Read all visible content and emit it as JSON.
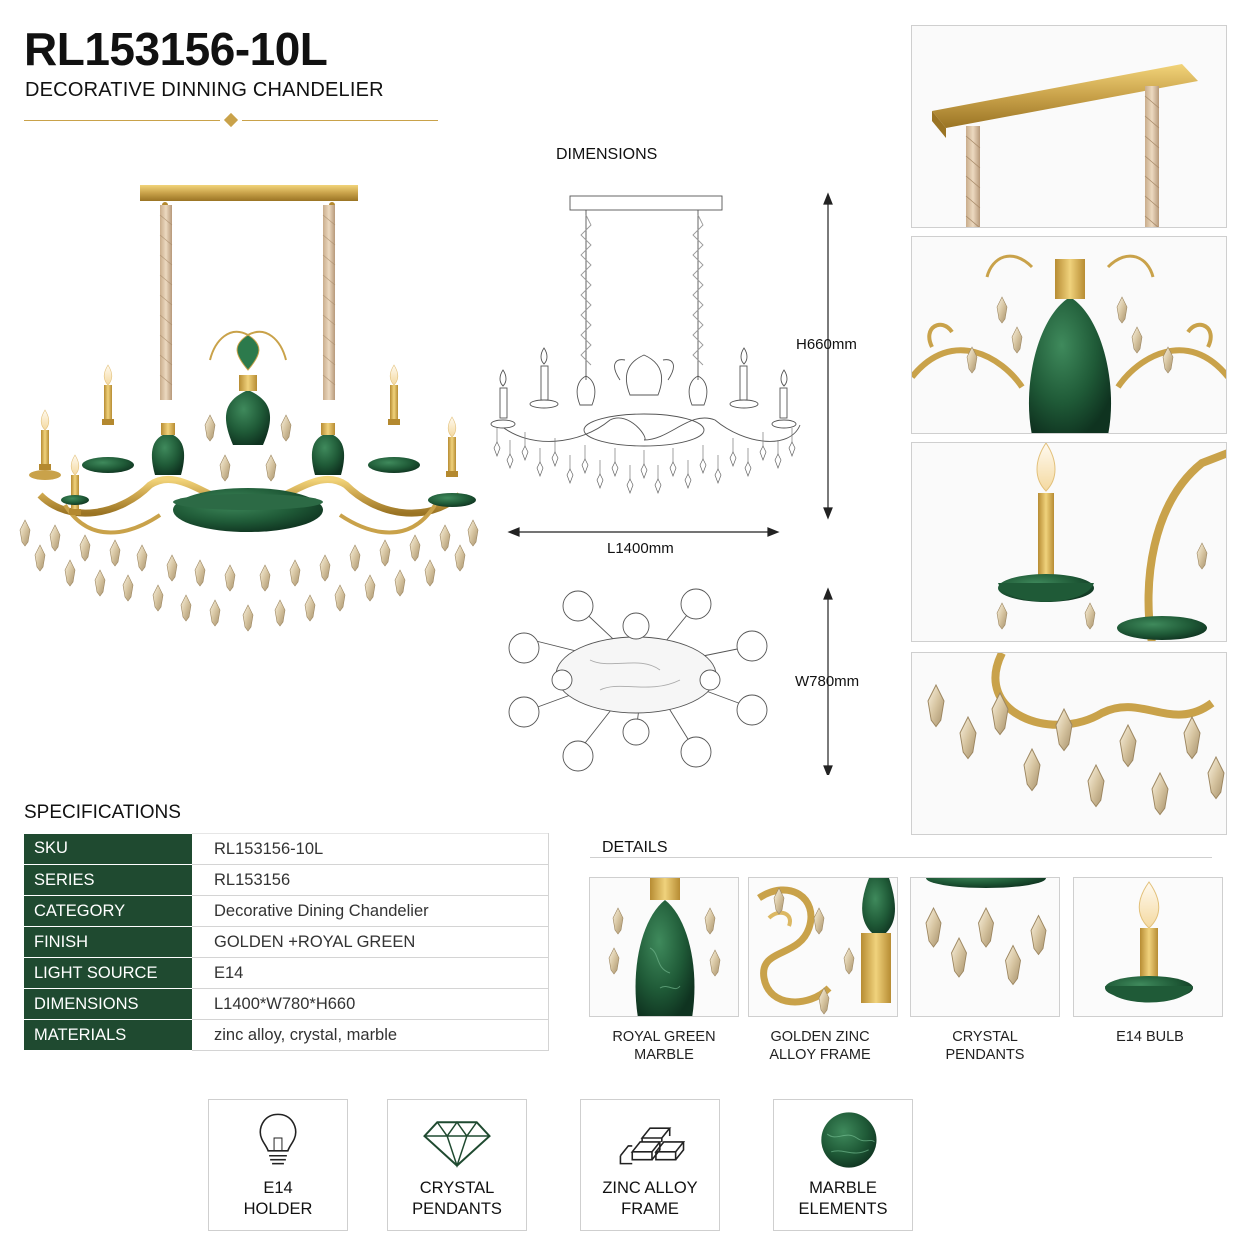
{
  "header": {
    "title": "RL153156-10L",
    "subtitle": "DECORATIVE DINNING CHANDELIER"
  },
  "colors": {
    "gold": "#c9a24a",
    "royal_green": "#1f4a30",
    "border": "#cfcfcf"
  },
  "dimensions": {
    "heading": "DIMENSIONS",
    "height_label": "H660mm",
    "length_label": "L1400mm",
    "width_label": "W780mm"
  },
  "specifications": {
    "heading": "SPECIFICATIONS",
    "rows": [
      {
        "key": "SKU",
        "value": "RL153156-10L"
      },
      {
        "key": "SERIES",
        "value": "RL153156"
      },
      {
        "key": "CATEGORY",
        "value": "Decorative Dining Chandelier"
      },
      {
        "key": "FINISH",
        "value": "GOLDEN +ROYAL GREEN"
      },
      {
        "key": "LIGHT SOURCE",
        "value": "E14"
      },
      {
        "key": "DIMENSIONS",
        "value": "L1400*W780*H660"
      },
      {
        "key": "MATERIALS",
        "value": "zinc alloy, crystal, marble"
      }
    ]
  },
  "details": {
    "heading": "DETAILS",
    "items": [
      {
        "label": "ROYAL GREEN\nMARBLE"
      },
      {
        "label": "GOLDEN ZINC\nALLOY FRAME"
      },
      {
        "label": "CRYSTAL\nPENDANTS"
      },
      {
        "label": "E14 BULB"
      }
    ]
  },
  "features": [
    {
      "label": "E14\nHOLDER",
      "icon": "bulb-icon"
    },
    {
      "label": "CRYSTAL\nPENDANTS",
      "icon": "diamond-icon"
    },
    {
      "label": "ZINC ALLOY\nFRAME",
      "icon": "ingots-icon"
    },
    {
      "label": "MARBLE\nELEMENTS",
      "icon": "marble-sphere-icon"
    }
  ]
}
